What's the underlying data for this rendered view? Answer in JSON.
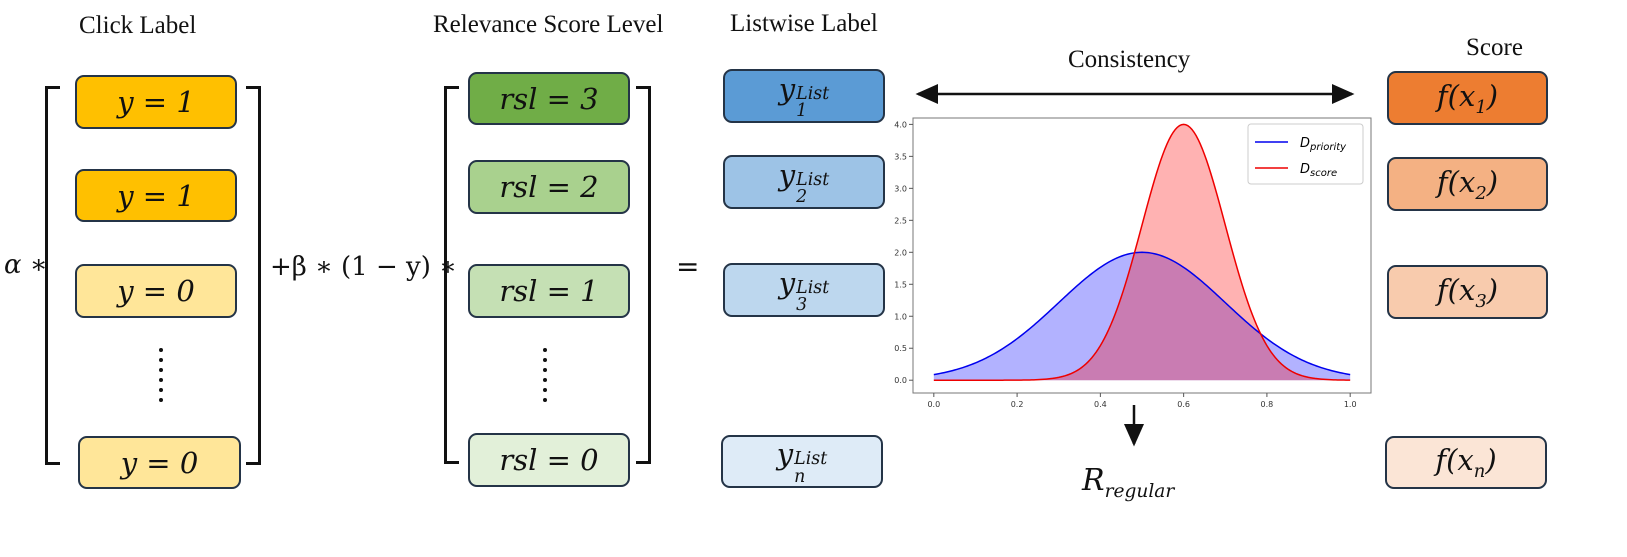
{
  "headers": {
    "click": "Click Label",
    "rsl": "Relevance Score Level",
    "listwise": "Listwise Label",
    "score": "Score",
    "consistency": "Consistency"
  },
  "operators": {
    "alpha": "α ∗",
    "beta": "+β ∗ (1 − y) ∗",
    "equals": "="
  },
  "click_labels": [
    "y = 1",
    "y = 1",
    "y = 0",
    "y = 0"
  ],
  "rsl_labels": [
    "rsl = 3",
    "rsl = 2",
    "rsl = 1",
    "rsl = 0"
  ],
  "listwise_labels": [
    {
      "base": "y",
      "sup": "List",
      "sub": "1"
    },
    {
      "base": "y",
      "sup": "List",
      "sub": "2"
    },
    {
      "base": "y",
      "sup": "List",
      "sub": "3"
    },
    {
      "base": "y",
      "sup": "List",
      "sub": "n"
    }
  ],
  "scores": [
    {
      "fn": "f(x",
      "sub": "1",
      "close": ")"
    },
    {
      "fn": "f(x",
      "sub": "2",
      "close": ")"
    },
    {
      "fn": "f(x",
      "sub": "3",
      "close": ")"
    },
    {
      "fn": "f(x",
      "sub": "n",
      "close": ")"
    }
  ],
  "regular_label": {
    "base": "R",
    "sub": "regular"
  },
  "colors": {
    "click": [
      "#FFC000",
      "#FFC000",
      "#FFE699",
      "#FFE699"
    ],
    "rsl": [
      "#70AD47",
      "#A9D18E",
      "#C5E0B4",
      "#E2F0D9"
    ],
    "listwise": [
      "#5B9BD5",
      "#9DC3E6",
      "#BDD7EE",
      "#DEEBF7"
    ],
    "scores": [
      "#ED7D31",
      "#F4B183",
      "#F8CBAD",
      "#FBE5D6"
    ],
    "priority": "#0000EE",
    "score": "#EE0000"
  },
  "chart_data": {
    "type": "area",
    "xlim": [
      -0.05,
      1.05
    ],
    "ylim": [
      -0.2,
      4.1
    ],
    "xticks": [
      "0.0",
      "0.2",
      "0.4",
      "0.6",
      "0.8",
      "1.0"
    ],
    "yticks": [
      "0.0",
      "0.5",
      "1.0",
      "1.5",
      "2.0",
      "2.5",
      "3.0",
      "3.5",
      "4.0"
    ],
    "series": [
      {
        "name": "D",
        "name_sub": "priority",
        "mean": 0.5,
        "sd": 0.2,
        "peak": 2.0
      },
      {
        "name": "D",
        "name_sub": "score",
        "mean": 0.6,
        "sd": 0.1,
        "peak": 4.0
      }
    ],
    "legend": "top-right"
  }
}
